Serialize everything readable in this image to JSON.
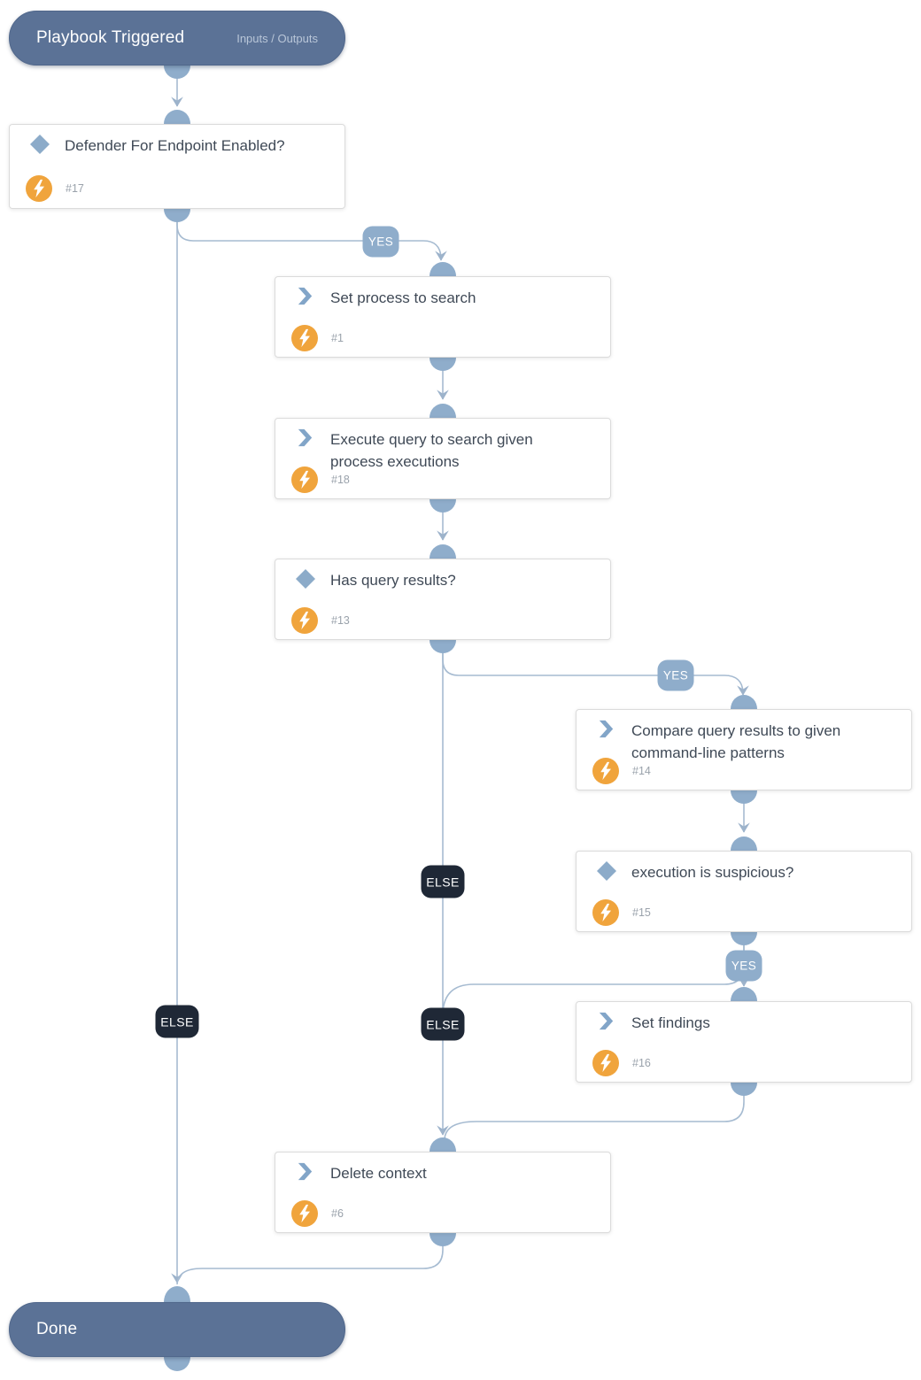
{
  "diagram": {
    "start": {
      "title": "Playbook Triggered",
      "meta": "Inputs / Outputs"
    },
    "end": {
      "title": "Done"
    },
    "labels": {
      "yes": "YES",
      "else": "ELSE"
    },
    "nodes": [
      {
        "key": "defender-check",
        "type": "condition",
        "title": "Defender For Endpoint Enabled?",
        "id": "#17"
      },
      {
        "key": "set-process",
        "type": "task",
        "title": "Set process to search",
        "id": "#1"
      },
      {
        "key": "execute-query",
        "type": "task",
        "title": "Execute query to search given process executions",
        "id": "#18"
      },
      {
        "key": "has-query-results",
        "type": "condition",
        "title": "Has query results?",
        "id": "#13"
      },
      {
        "key": "compare-query-results",
        "type": "task",
        "title": "Compare query results to given command-line patterns",
        "id": "#14"
      },
      {
        "key": "execution-suspicious",
        "type": "condition",
        "title": "execution is suspicious?",
        "id": "#15"
      },
      {
        "key": "set-findings",
        "type": "task",
        "title": "Set findings",
        "id": "#16"
      },
      {
        "key": "delete-context",
        "type": "task",
        "title": "Delete context",
        "id": "#6"
      }
    ],
    "colors": {
      "node_pill": "#5b7296",
      "edge_line": "#a6bbd1",
      "port_and_yes_badge": "#8fadcb",
      "else_badge": "#1f2836",
      "bolt_orange": "#f0a43c",
      "icon_blue": "#82a5c8",
      "title_text": "#3f4956",
      "id_text": "#9aa2ab"
    }
  }
}
